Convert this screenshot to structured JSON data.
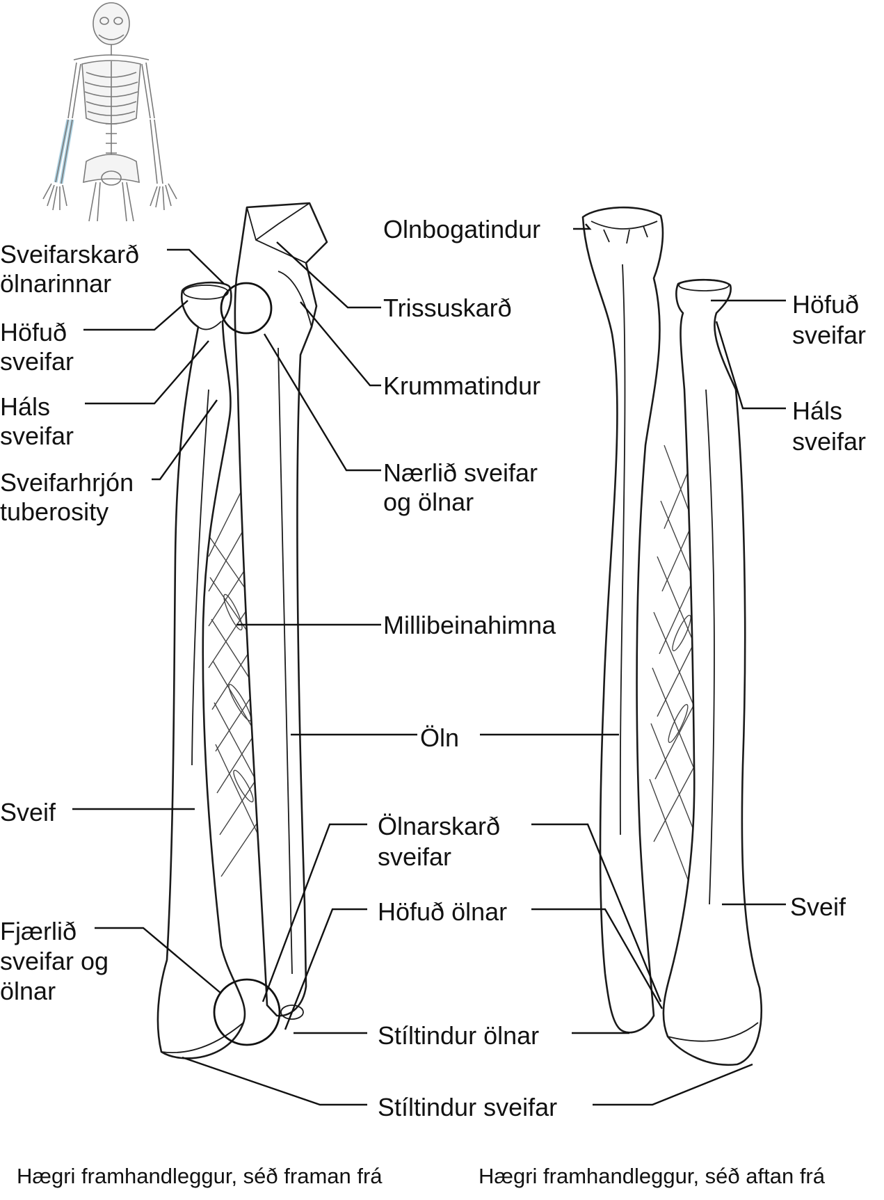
{
  "labels": {
    "ant_radial_notch": "Sveifarskarð\nölnarinnar",
    "ant_head_radius": "Höfuð\nsveifar",
    "ant_neck_radius": "Háls\nsveifar",
    "ant_radial_tuberosity": "Sveifarhrjón\ntuberosity",
    "ant_radius": "Sveif",
    "ant_distal_radioulnar": "Fjærlið\nsveifar og\nölnar",
    "trochlear_notch": "Trissuskarð",
    "coronoid_process": "Krummatindur",
    "proximal_radioulnar": "Nærlið sveifar\nog ölnar",
    "interosseous_membrane": "Millibeinahimna",
    "ulna": "Öln",
    "ulnar_notch_radius": "Ölnarskarð\nsveifar",
    "head_ulna": "Höfuð ölnar",
    "styloid_ulna": "Stíltindur ölnar",
    "styloid_radius": "Stíltindur sveifar",
    "olecranon": "Olnbogatindur",
    "post_head_radius": "Höfuð\nsveifar",
    "post_neck_radius": "Háls\nsveifar",
    "post_radius": "Sveif"
  },
  "captions": {
    "anterior": "Hægri framhandleggur, séð framan frá",
    "posterior": "Hægri framhandleggur, séð aftan frá"
  },
  "colors": {
    "highlight": "#a9cfe0",
    "line": "#111111"
  }
}
